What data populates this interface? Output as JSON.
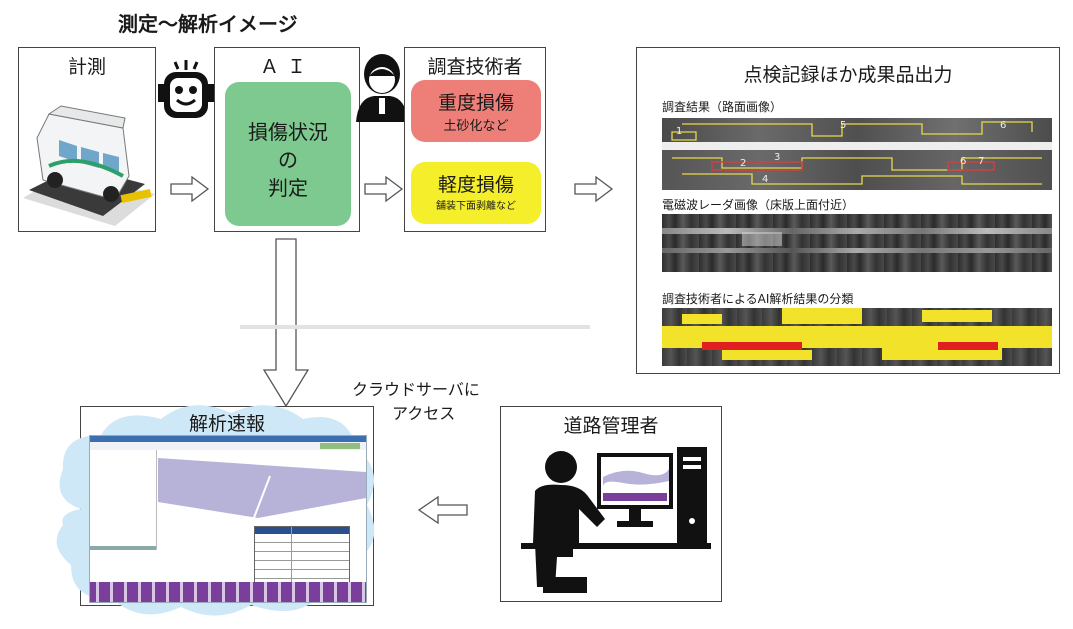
{
  "title": "測定〜解析イメージ",
  "measure": {
    "label": "計測"
  },
  "ai": {
    "label": "ＡＩ",
    "judgement": [
      "損傷状況",
      "の",
      "判定"
    ]
  },
  "engineer": {
    "label": "調査技術者",
    "severe": {
      "title": "重度損傷",
      "sub": "土砂化など"
    },
    "light": {
      "title": "軽度損傷",
      "sub": "舗装下面剥離など"
    }
  },
  "output": {
    "title": "点検記録ほか成果品出力",
    "sections": [
      {
        "label": "調査結果（路面画像）",
        "numbers": [
          "1",
          "5",
          "6",
          "2",
          "3",
          "4",
          "6",
          "7"
        ]
      },
      {
        "label": "電磁波レーダ画像（床版上面付近）"
      },
      {
        "label": "調査技術者によるAI解析結果の分類"
      }
    ]
  },
  "cloud": {
    "label_line1": "クラウドサーバに",
    "label_line2": "アクセス"
  },
  "report": {
    "label": "解析速報"
  },
  "manager": {
    "label": "道路管理者"
  },
  "colors": {
    "ai_green": "#7dc98f",
    "severe_red": "#ee7f78",
    "light_yellow": "#f5ee2a",
    "cloud_blue": "#cfe8f7",
    "mark_yellow": "#f2e32a",
    "mark_red": "#e02020"
  }
}
